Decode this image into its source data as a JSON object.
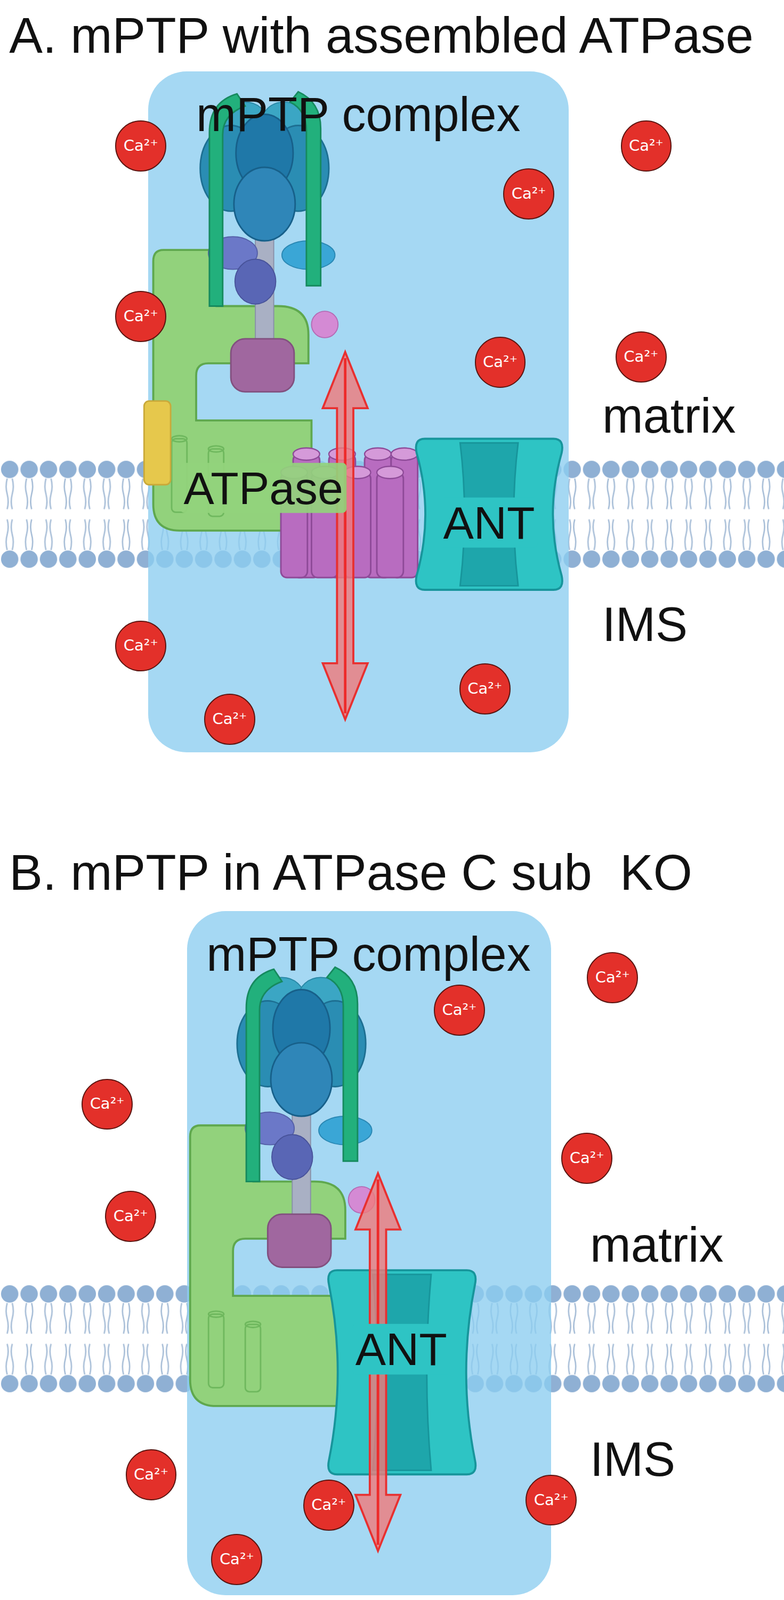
{
  "diagram": {
    "nodes": [
      {
        "text": [
          "mPTP complex"
        ]
      },
      {
        "text": [
          "ATPase"
        ],
        "in": 0
      },
      {
        "text": [
          "ANT"
        ],
        "in": 0
      },
      {
        "text": [
          "Ca²⁺"
        ]
      },
      {
        "text": [
          "Ca²⁺"
        ]
      },
      {
        "text": [
          "Ca²⁺"
        ],
        "in": 0
      },
      {
        "text": [
          "Ca²⁺"
        ]
      },
      {
        "text": [
          "Ca²⁺"
        ],
        "in": 0
      },
      {
        "text": [
          "Ca²⁺"
        ]
      },
      {
        "text": [
          "Ca²⁺"
        ]
      },
      {
        "text": [
          "Ca²⁺"
        ],
        "in": 0
      },
      {
        "text": [
          "Ca²⁺"
        ],
        "in": 0
      },
      {
        "text": [
          "mPTP complex"
        ]
      },
      {
        "text": [
          "ANT"
        ],
        "in": 12
      },
      {
        "text": [
          "Ca²⁺"
        ]
      },
      {
        "text": [
          "Ca²⁺"
        ],
        "in": 12
      },
      {
        "text": [
          "Ca²⁺"
        ]
      },
      {
        "text": [
          "Ca²⁺"
        ]
      },
      {
        "text": [
          "Ca²⁺"
        ]
      },
      {
        "text": [
          "Ca²⁺"
        ]
      },
      {
        "text": [
          "Ca²⁺"
        ],
        "in": 12
      },
      {
        "text": [
          "Ca²⁺"
        ]
      },
      {
        "text": [
          "Ca²⁺"
        ],
        "in": 12
      }
    ],
    "labels": [
      "A. mPTP with assembled ATPase",
      "matrix",
      "IMS",
      "B. mPTP in ATPase C sub  KO",
      "matrix",
      "IMS"
    ]
  }
}
